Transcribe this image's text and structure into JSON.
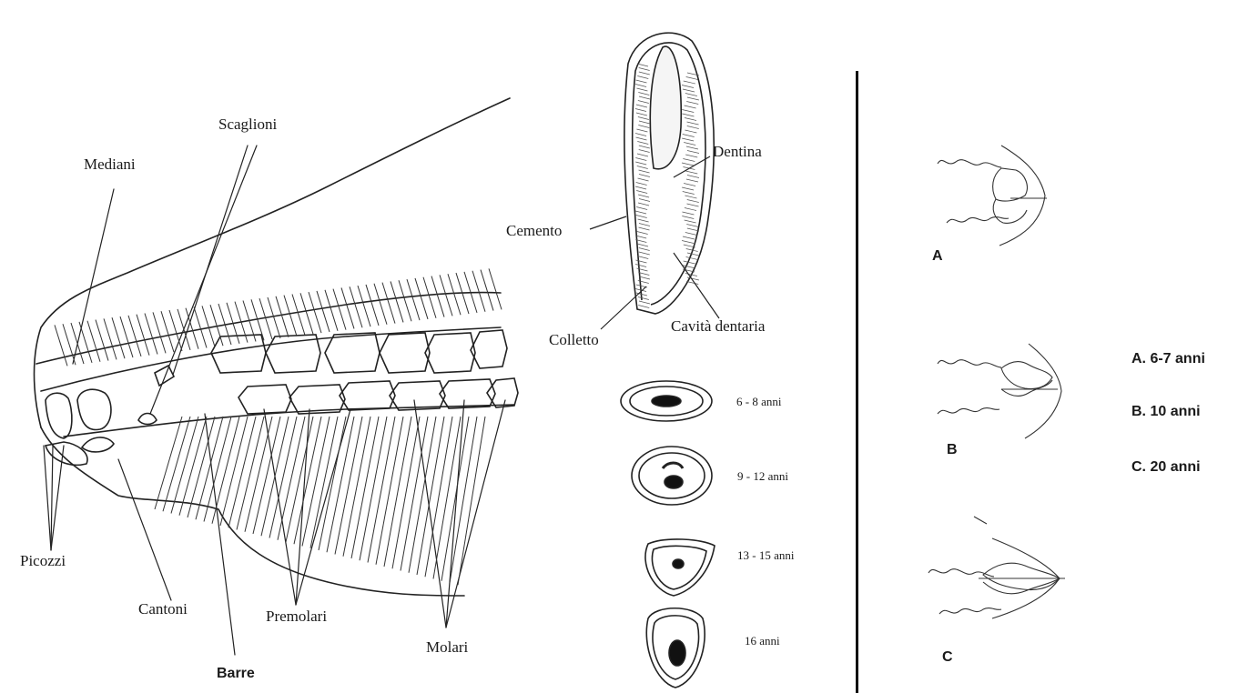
{
  "jaw_labels": {
    "scaglioni": "Scaglioni",
    "mediani": "Mediani",
    "picozzi": "Picozzi",
    "cantoni": "Cantoni",
    "barre": "Barre",
    "premolari": "Premolari",
    "molari": "Molari"
  },
  "tooth_labels": {
    "dentina": "Dentina",
    "cemento": "Cemento",
    "colletto": "Colletto",
    "cavita": "Cavità dentaria"
  },
  "cross_sections": [
    {
      "label": "6 - 8 anni"
    },
    {
      "label": "9 - 12 anni"
    },
    {
      "label": "13 - 15 anni"
    },
    {
      "label": "16 anni"
    }
  ],
  "trace_letters": [
    "A",
    "B",
    "C"
  ],
  "legend": [
    "A. 6-7 anni",
    "B. 10 anni",
    "C. 20 anni"
  ]
}
